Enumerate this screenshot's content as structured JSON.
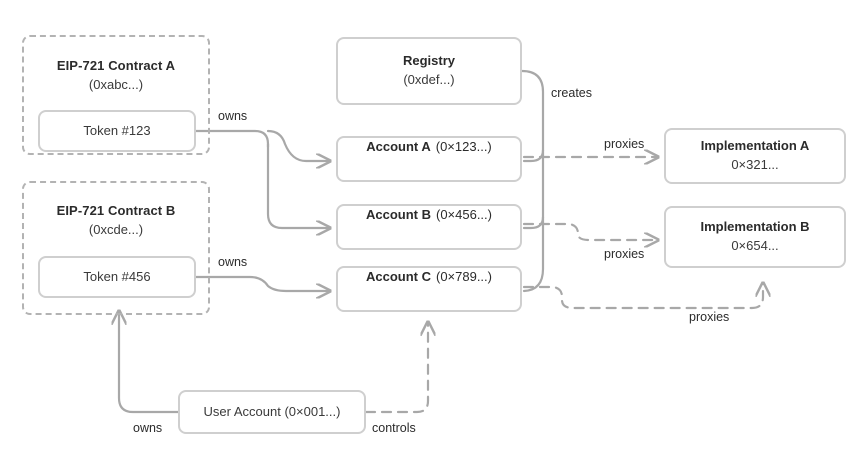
{
  "diagram": {
    "groups": [
      {
        "id": "contract-a",
        "title": "EIP-721 Contract A",
        "address": "(0xabc...)"
      },
      {
        "id": "contract-b",
        "title": "EIP-721 Contract B",
        "address": "(0xcde...)"
      }
    ],
    "nodes": {
      "token_a": {
        "label": "Token #123"
      },
      "token_b": {
        "label": "Token #456"
      },
      "registry": {
        "label": "Registry",
        "address": "(0xdef...)"
      },
      "account_a": {
        "label": "Account A",
        "address": "(0×123...)"
      },
      "account_b": {
        "label": "Account B",
        "address": "(0×456...)"
      },
      "account_c": {
        "label": "Account C",
        "address": "(0×789...)"
      },
      "impl_a": {
        "label": "Implementation A",
        "address": "0×321..."
      },
      "impl_b": {
        "label": "Implementation B",
        "address": "0×654..."
      },
      "user": {
        "label": "User Account (0×001...)"
      }
    },
    "edges": [
      {
        "id": "token-a-owns",
        "label": "owns",
        "style": "solid",
        "from": "token_a",
        "to": "account_a,account_b"
      },
      {
        "id": "token-b-owns",
        "label": "owns",
        "style": "solid",
        "from": "token_b",
        "to": "account_c"
      },
      {
        "id": "registry-creates",
        "label": "creates",
        "style": "solid",
        "from": "registry",
        "to": "account_a,account_b,account_c"
      },
      {
        "id": "account-a-proxies",
        "label": "proxies",
        "style": "dashed",
        "from": "account_a",
        "to": "impl_a"
      },
      {
        "id": "account-b-proxies",
        "label": "proxies",
        "style": "dashed",
        "from": "account_b",
        "to": "impl_b"
      },
      {
        "id": "account-c-proxies",
        "label": "proxies",
        "style": "dashed",
        "from": "account_c",
        "to": "impl_b"
      },
      {
        "id": "user-owns",
        "label": "owns",
        "style": "solid",
        "from": "user",
        "to": "token_b"
      },
      {
        "id": "user-controls",
        "label": "controls",
        "style": "dashed",
        "from": "user",
        "to": "account_c"
      }
    ],
    "colors": {
      "node_border": "#cfcfcf",
      "group_border": "#b3b3b3",
      "edge": "#a8a8a8",
      "text": "#2b2b2b",
      "background": "#ffffff"
    }
  }
}
